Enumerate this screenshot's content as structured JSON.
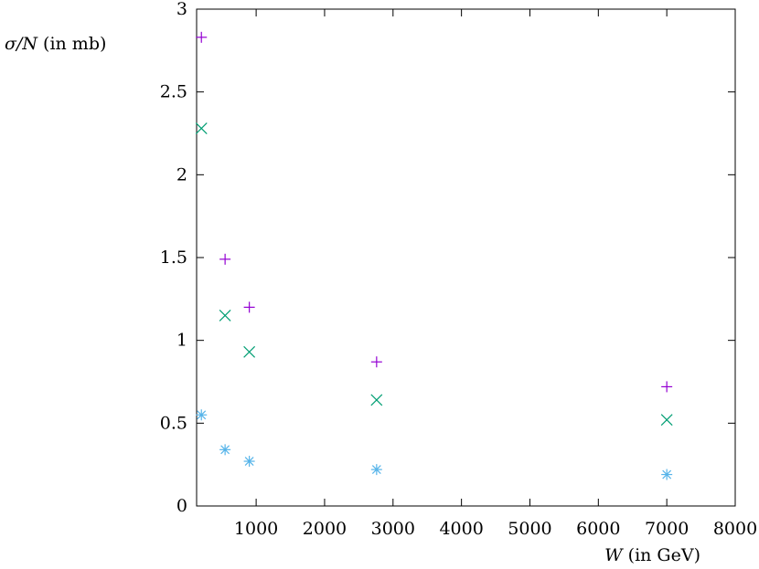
{
  "chart_data": {
    "type": "scatter",
    "xlabel": {
      "symbol": "W",
      "unit": " (in GeV)"
    },
    "ylabel": {
      "symbol": "σ/N",
      "unit": " (in mb)"
    },
    "xlim": [
      130,
      8000
    ],
    "ylim": [
      0,
      3
    ],
    "xticks": [
      1000,
      2000,
      3000,
      4000,
      5000,
      6000,
      7000,
      8000
    ],
    "yticks": [
      0,
      0.5,
      1,
      1.5,
      2,
      2.5,
      3
    ],
    "ytick_labels": [
      "0",
      "0.5",
      "1",
      "1.5",
      "2",
      "2.5",
      "3"
    ],
    "grid": false,
    "series": [
      {
        "marker": "plus",
        "color": "#9400d3",
        "x": [
          200,
          546,
          900,
          2760,
          7000
        ],
        "y": [
          2.83,
          1.49,
          1.2,
          0.87,
          0.72
        ]
      },
      {
        "marker": "cross",
        "color": "#009e73",
        "x": [
          200,
          546,
          900,
          2760,
          7000
        ],
        "y": [
          2.28,
          1.15,
          0.93,
          0.64,
          0.52
        ]
      },
      {
        "marker": "asterisk",
        "color": "#56b4e9",
        "x": [
          200,
          546,
          900,
          2760,
          7000
        ],
        "y": [
          0.55,
          0.34,
          0.27,
          0.22,
          0.19
        ]
      }
    ]
  }
}
